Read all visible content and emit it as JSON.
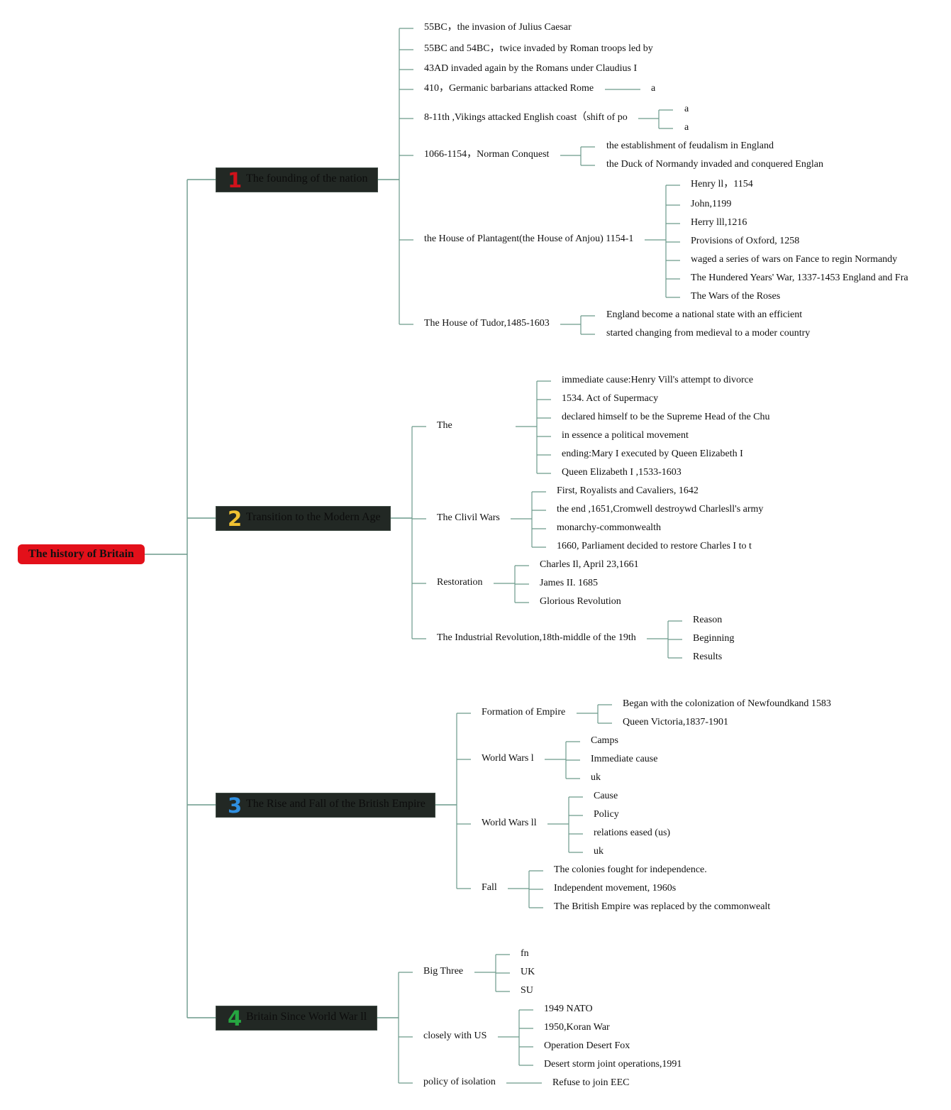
{
  "root": {
    "label": "The history of Britain"
  },
  "branches": [
    {
      "number": "1",
      "number_color": "#d0121b",
      "label": "The founding of the nation",
      "children": [
        {
          "label": "55BC，the invasion of Julius Caesar",
          "children": []
        },
        {
          "label": "55BC and 54BC，twice invaded by Roman troops led by",
          "children": []
        },
        {
          "label": "43AD invaded again by the Romans under Claudius I",
          "children": []
        },
        {
          "label": "410，Germanic barbarians attacked Rome",
          "children": [
            {
              "label": "a"
            }
          ]
        },
        {
          "label": "8-11th ,Vikings attacked English coast（shift of po",
          "children": [
            {
              "label": "a"
            },
            {
              "label": "a"
            }
          ]
        },
        {
          "label": "1066-1154，Norman Conquest",
          "children": [
            {
              "label": "the establishment of feudalism in England"
            },
            {
              "label": "the Duck of Normandy invaded and conquered Englan"
            }
          ]
        },
        {
          "label": "the House of Plantagent(the House of Anjou) 1154-1",
          "children": [
            {
              "label": "Henry ll，1154"
            },
            {
              "label": "John,1199"
            },
            {
              "label": "Herry lll,1216"
            },
            {
              "label": "Provisions of Oxford, 1258"
            },
            {
              "label": "waged a series of wars on Fance to regin Normandy"
            },
            {
              "label": "The Hundered Years' War, 1337-1453 England and Fra"
            },
            {
              "label": "The Wars of the Roses"
            }
          ]
        },
        {
          "label": "The House of Tudor,1485-1603",
          "children": [
            {
              "label": "England become a national state with an efficient"
            },
            {
              "label": "started changing from medieval to a moder country"
            }
          ]
        }
      ]
    },
    {
      "number": "2",
      "number_color": "#f1c232",
      "label": "Transition to the Modern Age",
      "children": [
        {
          "label": "The",
          "children": [
            {
              "label": "immediate cause:Henry Vill's attempt to divorce"
            },
            {
              "label": "1534. Act of Supermacy"
            },
            {
              "label": "declared himself to be the Supreme Head of the Chu"
            },
            {
              "label": "in essence a political movement"
            },
            {
              "label": "ending:Mary I executed by Queen Elizabeth I"
            },
            {
              "label": "Queen Elizabeth I ,1533-1603"
            }
          ]
        },
        {
          "label": "The Clivil Wars",
          "children": [
            {
              "label": "First, Royalists and Cavaliers, 1642"
            },
            {
              "label": "the end ,1651,Cromwell destroywd Charlesll's army"
            },
            {
              "label": "monarchy-commonwealth"
            },
            {
              "label": "1660, Parliament decided to restore Charles I to t"
            }
          ]
        },
        {
          "label": "Restoration",
          "children": [
            {
              "label": "Charles Il, April 23,1661"
            },
            {
              "label": "James II. 1685"
            },
            {
              "label": "Glorious Revolution"
            }
          ]
        },
        {
          "label": "The Industrial Revolution,18th-middle of the 19th",
          "children": [
            {
              "label": "Reason"
            },
            {
              "label": "Beginning"
            },
            {
              "label": "Results"
            }
          ]
        }
      ]
    },
    {
      "number": "3",
      "number_color": "#2f8fe0",
      "label": "The Rise and Fall of the British Empire",
      "children": [
        {
          "label": "Formation of Empire",
          "children": [
            {
              "label": "Began with the colonization of Newfoundkand 1583"
            },
            {
              "label": "Queen Victoria,1837-1901"
            }
          ]
        },
        {
          "label": "World Wars l",
          "children": [
            {
              "label": "Camps"
            },
            {
              "label": "Immediate cause"
            },
            {
              "label": "uk"
            }
          ]
        },
        {
          "label": "World Wars ll",
          "children": [
            {
              "label": "Cause"
            },
            {
              "label": "Policy"
            },
            {
              "label": "relations eased (us)"
            },
            {
              "label": "uk"
            }
          ]
        },
        {
          "label": "Fall",
          "children": [
            {
              "label": "The colonies fought for independence."
            },
            {
              "label": "Independent movement, 1960s"
            },
            {
              "label": "The British Empire was replaced by the commonwealt"
            }
          ]
        }
      ]
    },
    {
      "number": "4",
      "number_color": "#26a641",
      "label": "Britain Since World War ll",
      "children": [
        {
          "label": "Big Three",
          "children": [
            {
              "label": "fn"
            },
            {
              "label": "UK"
            },
            {
              "label": "SU"
            }
          ]
        },
        {
          "label": "closely with US",
          "children": [
            {
              "label": "1949 NATO"
            },
            {
              "label": "1950,Koran War"
            },
            {
              "label": "Operation Desert Fox"
            },
            {
              "label": "Desert storm joint operations,1991"
            }
          ]
        },
        {
          "label": "policy of isolation",
          "children": [
            {
              "label": "Refuse to join EEC"
            }
          ]
        }
      ]
    }
  ]
}
